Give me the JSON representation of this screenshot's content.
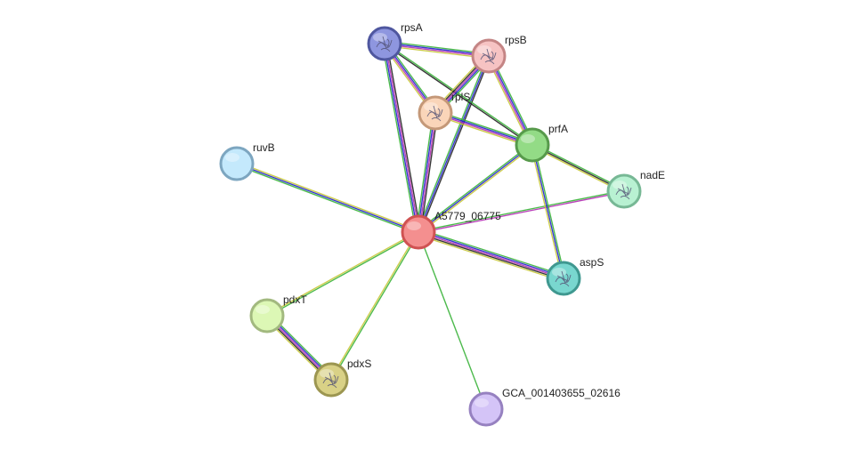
{
  "network": {
    "nodes": [
      {
        "id": "A5779_06775",
        "label": "A5779_06775",
        "color": "#f48f8f",
        "border": "#d05252",
        "structure": false
      },
      {
        "id": "rpsA",
        "label": "rpsA",
        "color": "#8e96df",
        "border": "#4f579f",
        "structure": true
      },
      {
        "id": "rpsB",
        "label": "rpsB",
        "color": "#f6c3c3",
        "border": "#c48585",
        "structure": true
      },
      {
        "id": "rplS",
        "label": "rplS",
        "color": "#fad5b9",
        "border": "#c49878",
        "structure": true
      },
      {
        "id": "prfA",
        "label": "prfA",
        "color": "#93db86",
        "border": "#579a4b",
        "structure": false
      },
      {
        "id": "nadE",
        "label": "nadE",
        "color": "#b8f1d2",
        "border": "#77b895",
        "structure": true
      },
      {
        "id": "ruvB",
        "label": "ruvB",
        "color": "#c4e9fc",
        "border": "#7da6c0",
        "structure": false
      },
      {
        "id": "aspS",
        "label": "aspS",
        "color": "#79d7cf",
        "border": "#3f9890",
        "structure": true
      },
      {
        "id": "pdxT",
        "label": "pdxT",
        "color": "#dcf7b5",
        "border": "#a2b97f",
        "structure": false
      },
      {
        "id": "pdxS",
        "label": "pdxS",
        "color": "#d9d186",
        "border": "#9c9651",
        "structure": true
      },
      {
        "id": "GCA_001403655_02616",
        "label": "GCA_001403655_02616",
        "color": "#d4c4f7",
        "border": "#9681c0",
        "structure": false
      }
    ],
    "edges": [
      {
        "source": "A5779_06775",
        "target": "rpsA",
        "evidence": [
          "#3ab33a",
          "#2222cc",
          "#b32db3",
          "#222222"
        ]
      },
      {
        "source": "A5779_06775",
        "target": "rpsB",
        "evidence": [
          "#3ab33a",
          "#2222cc",
          "#222222"
        ]
      },
      {
        "source": "A5779_06775",
        "target": "rplS",
        "evidence": [
          "#3ab33a",
          "#2222cc",
          "#b32db3",
          "#222222"
        ]
      },
      {
        "source": "A5779_06775",
        "target": "prfA",
        "evidence": [
          "#3ab33a",
          "#2222cc",
          "#c8c83a"
        ]
      },
      {
        "source": "A5779_06775",
        "target": "nadE",
        "evidence": [
          "#3ab33a",
          "#b32db3"
        ]
      },
      {
        "source": "A5779_06775",
        "target": "ruvB",
        "evidence": [
          "#3ab33a",
          "#2222cc",
          "#c8c83a"
        ]
      },
      {
        "source": "A5779_06775",
        "target": "aspS",
        "evidence": [
          "#3ab33a",
          "#2222cc",
          "#b32db3",
          "#222222",
          "#c8c83a"
        ]
      },
      {
        "source": "A5779_06775",
        "target": "pdxT",
        "evidence": [
          "#3ab33a",
          "#c8c83a"
        ]
      },
      {
        "source": "A5779_06775",
        "target": "pdxS",
        "evidence": [
          "#3ab33a",
          "#c8c83a"
        ]
      },
      {
        "source": "A5779_06775",
        "target": "GCA_001403655_02616",
        "evidence": [
          "#3ab33a"
        ]
      },
      {
        "source": "rpsA",
        "target": "rpsB",
        "evidence": [
          "#3ab33a",
          "#2222cc",
          "#b32db3",
          "#c8c83a"
        ]
      },
      {
        "source": "rpsA",
        "target": "rplS",
        "evidence": [
          "#3ab33a",
          "#2222cc",
          "#b32db3",
          "#c8c83a"
        ]
      },
      {
        "source": "rpsA",
        "target": "prfA",
        "evidence": [
          "#3ab33a",
          "#222222"
        ]
      },
      {
        "source": "rpsB",
        "target": "rplS",
        "evidence": [
          "#3ab33a",
          "#2222cc",
          "#b32db3",
          "#222222",
          "#c8c83a"
        ]
      },
      {
        "source": "rpsB",
        "target": "prfA",
        "evidence": [
          "#3ab33a",
          "#2222cc",
          "#b32db3",
          "#c8c83a"
        ]
      },
      {
        "source": "rplS",
        "target": "prfA",
        "evidence": [
          "#3ab33a",
          "#2222cc",
          "#b32db3",
          "#c8c83a"
        ]
      },
      {
        "source": "prfA",
        "target": "nadE",
        "evidence": [
          "#3ab33a",
          "#222222",
          "#c8c83a"
        ]
      },
      {
        "source": "prfA",
        "target": "aspS",
        "evidence": [
          "#3ab33a",
          "#2222cc",
          "#c8c83a"
        ]
      },
      {
        "source": "pdxT",
        "target": "pdxS",
        "evidence": [
          "#3ab33a",
          "#2222cc",
          "#b32db3",
          "#222222",
          "#c8c83a"
        ]
      }
    ]
  }
}
